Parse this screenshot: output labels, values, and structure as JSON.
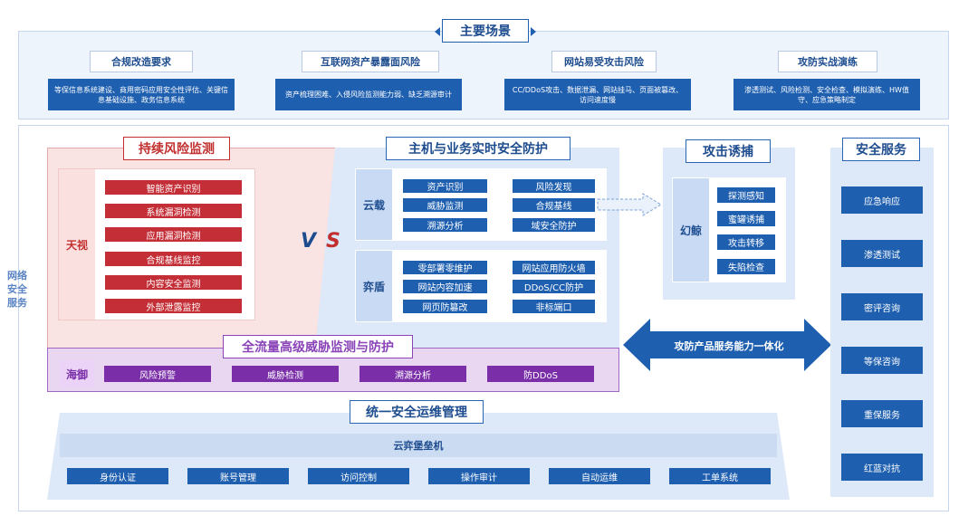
{
  "main_scenarios": {
    "title": "主要场景",
    "items": [
      {
        "label": "合规改造要求",
        "desc": "等保信息系统建设、商用密码应用安全性评估、关键信息基础设施、政务信息系统"
      },
      {
        "label": "互联网资产暴露面风险",
        "desc": "资产梳理困难、入侵风险监测能力弱、缺乏溯源审计"
      },
      {
        "label": "网站易受攻击风险",
        "desc": "CC/DDoS攻击、数据泄漏、网站挂马、页面被篡改、访问速度慢"
      },
      {
        "label": "攻防实战演练",
        "desc": "渗透测试、风险检测、安全检查、模拟演练、HW值守、应急策略制定"
      }
    ]
  },
  "side_label": "网络安全服务",
  "risk_monitoring": {
    "title": "持续风险监测",
    "product": "天视",
    "items": [
      "智能资产识别",
      "系统漏洞检测",
      "应用漏洞检测",
      "合规基线监控",
      "内容安全监测",
      "外部泄露监控"
    ]
  },
  "vs": {
    "v": "V",
    "s": "S"
  },
  "host_protection": {
    "title": "主机与业务实时安全防护",
    "cloud": {
      "product": "云载",
      "items": [
        "资产识别",
        "风险发现",
        "威胁监测",
        "合规基线",
        "溯源分析",
        "域安全防护"
      ]
    },
    "shield": {
      "product": "弈盾",
      "items": [
        "零部署零维护",
        "网站应用防火墙",
        "网站内容加速",
        "DDoS/CC防护",
        "网页防篡改",
        "非标端口"
      ]
    }
  },
  "traffic": {
    "title": "全流量高级威胁监测与防护",
    "product": "海御",
    "items": [
      "风险预警",
      "威胁检测",
      "溯源分析",
      "防DDoS"
    ]
  },
  "attack_lure": {
    "title": "攻击诱捕",
    "product": "幻鲸",
    "items": [
      "探测感知",
      "蜜罐诱捕",
      "攻击转移",
      "失陷检查"
    ]
  },
  "integration_label": "攻防产品服务能力一体化",
  "security_services": {
    "title": "安全服务",
    "items": [
      "应急响应",
      "渗透测试",
      "密评咨询",
      "等保咨询",
      "重保服务",
      "红蓝对抗"
    ]
  },
  "ops_management": {
    "title": "统一安全运维管理",
    "platform": "云弈堡垒机",
    "items": [
      "身份认证",
      "账号管理",
      "访问控制",
      "操作审计",
      "自动运维",
      "工单系统"
    ]
  }
}
